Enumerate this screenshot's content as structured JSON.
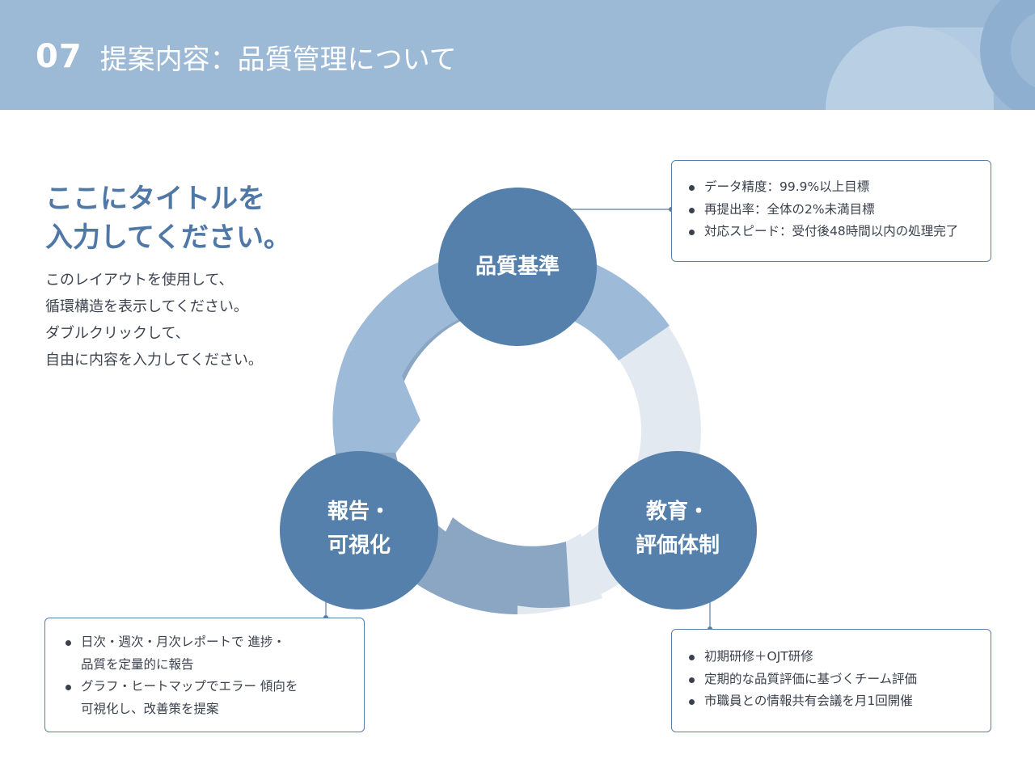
{
  "header": {
    "number": "07",
    "title": "提案内容：品質管理について"
  },
  "intro": {
    "title_lines": [
      "ここにタイトルを",
      "入力してください。"
    ],
    "description_lines": [
      "このレイアウトを使用して、",
      "循環構造を表示してください。",
      "ダブルクリックして、",
      "自由に内容を入力してください。"
    ]
  },
  "cycle": {
    "nodes": [
      {
        "label_lines": [
          "品質基準"
        ]
      },
      {
        "label_lines": [
          "教育・",
          "評価体制"
        ]
      },
      {
        "label_lines": [
          "報告・",
          "可視化"
        ]
      }
    ]
  },
  "boxes": {
    "quality": {
      "items": [
        "データ精度：99.9%以上目標",
        "再提出率：全体の2%未満目標",
        "対応スピード：受付後48時間以内の処理完了"
      ]
    },
    "education": {
      "items": [
        "初期研修＋OJT研修",
        "定期的な品質評価に基づくチーム評価",
        "市職員との情報共有会議を月1回開催"
      ]
    },
    "report": {
      "items": [
        {
          "line1": "日次・週次・月次レポートで 進捗・",
          "line2": "品質を定量的に報告"
        },
        {
          "line1": "グラフ・ヒートマップでエラー 傾向を",
          "line2": "可視化し、改善策を提案"
        }
      ]
    }
  },
  "colors": {
    "header_bg": "#9cb9d6",
    "node": "#5580ab",
    "ring_light": "#e3e9f1",
    "ring_mid": "#9dbbd8",
    "ring_dark": "#8aa6c2",
    "accent_text": "#4f78a6"
  }
}
